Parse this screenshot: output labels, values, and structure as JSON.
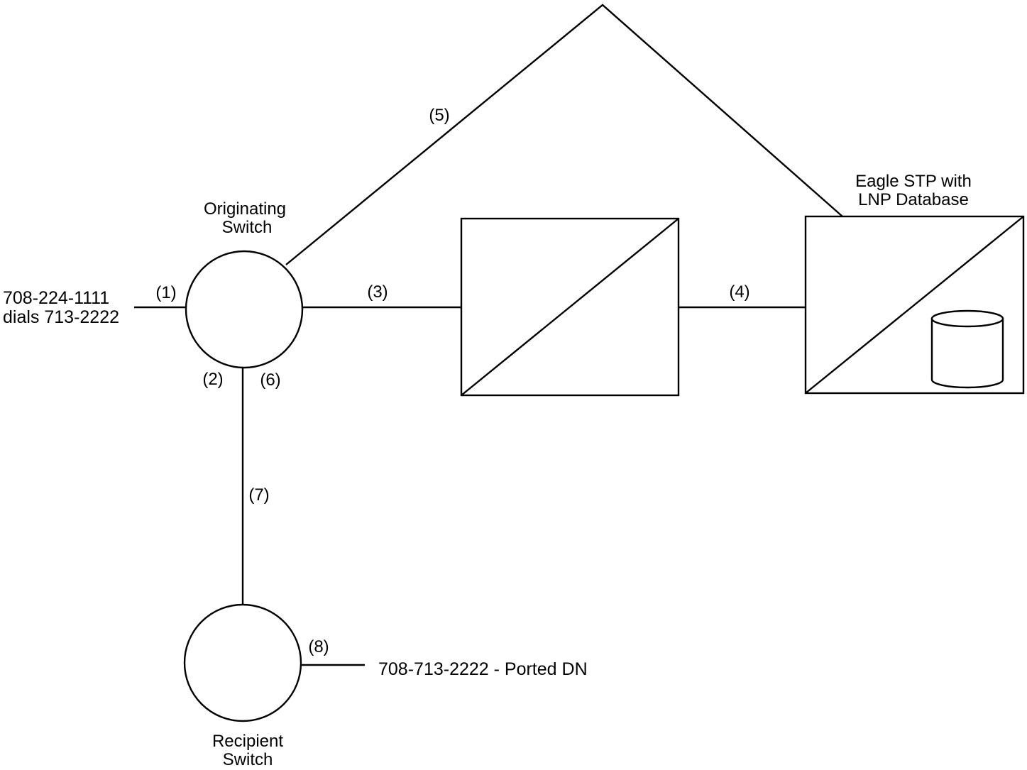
{
  "colors": {
    "line": "#000000",
    "background": "#ffffff"
  },
  "nodes": {
    "originating_switch": {
      "label_line1": "Originating",
      "label_line2": "Switch"
    },
    "recipient_switch": {
      "label_line1": "Recipient",
      "label_line2": "Switch"
    },
    "intermediate_stp": {},
    "eagle_stp": {
      "label_line1": "Eagle STP with",
      "label_line2": "LNP Database",
      "icon": "database-cylinder-icon"
    }
  },
  "endpoints": {
    "caller_line1": "708-224-1111",
    "caller_line2": "dials 713-2222",
    "ported_dn": "708-713-2222 - Ported DN"
  },
  "steps": {
    "s1": "(1)",
    "s2": "(2)",
    "s3": "(3)",
    "s4": "(4)",
    "s5": "(5)",
    "s6": "(6)",
    "s7": "(7)",
    "s8": "(8)"
  }
}
